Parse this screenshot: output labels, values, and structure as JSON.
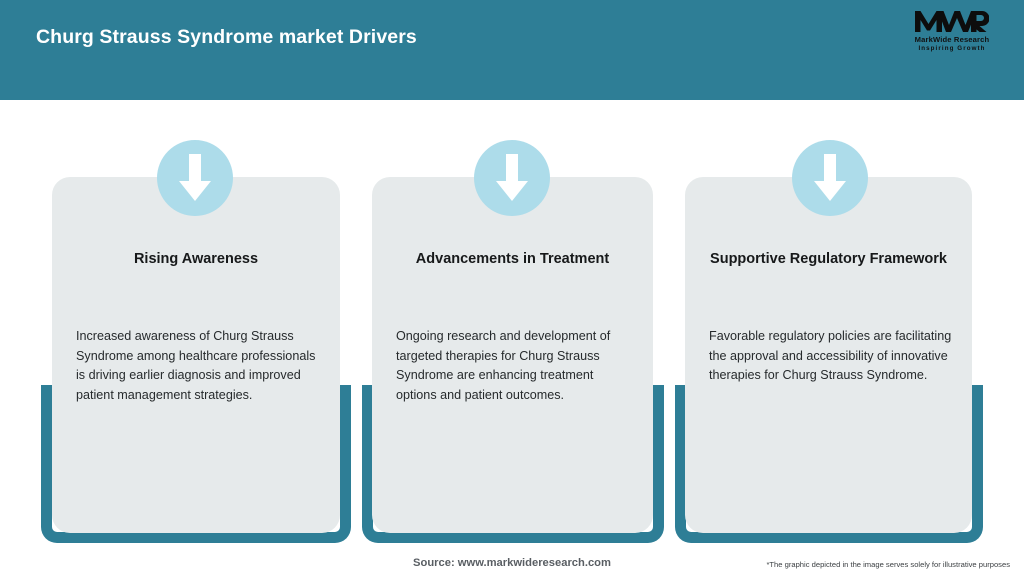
{
  "header": {
    "title": "Churg Strauss Syndrome market Drivers",
    "bg_color": "#2e7e96",
    "logo": {
      "mark": "MWR",
      "name": "MarkWide Research",
      "tagline": "Inspiring Growth"
    }
  },
  "theme": {
    "accent_teal": "#2e7e96",
    "card_bg": "#e6eaeb",
    "badge_blue": "#addcea",
    "page_bg": "#ffffff"
  },
  "cards": [
    {
      "icon": "down-arrow-icon",
      "title": "Rising Awareness",
      "body": "Increased awareness of Churg Strauss Syndrome among healthcare professionals is driving earlier diagnosis and improved patient management strategies."
    },
    {
      "icon": "down-arrow-icon",
      "title": "Advancements in Treatment",
      "body": "Ongoing research and development of targeted therapies for Churg Strauss Syndrome are enhancing treatment options and patient outcomes."
    },
    {
      "icon": "down-arrow-icon",
      "title": "Supportive Regulatory Framework",
      "body": "Favorable regulatory policies are facilitating the approval and accessibility of innovative therapies for Churg Strauss Syndrome."
    }
  ],
  "footer": {
    "source": "Source: www.markwideresearch.com",
    "disclaimer": "*The graphic depicted in the image serves solely for illustrative purposes"
  }
}
